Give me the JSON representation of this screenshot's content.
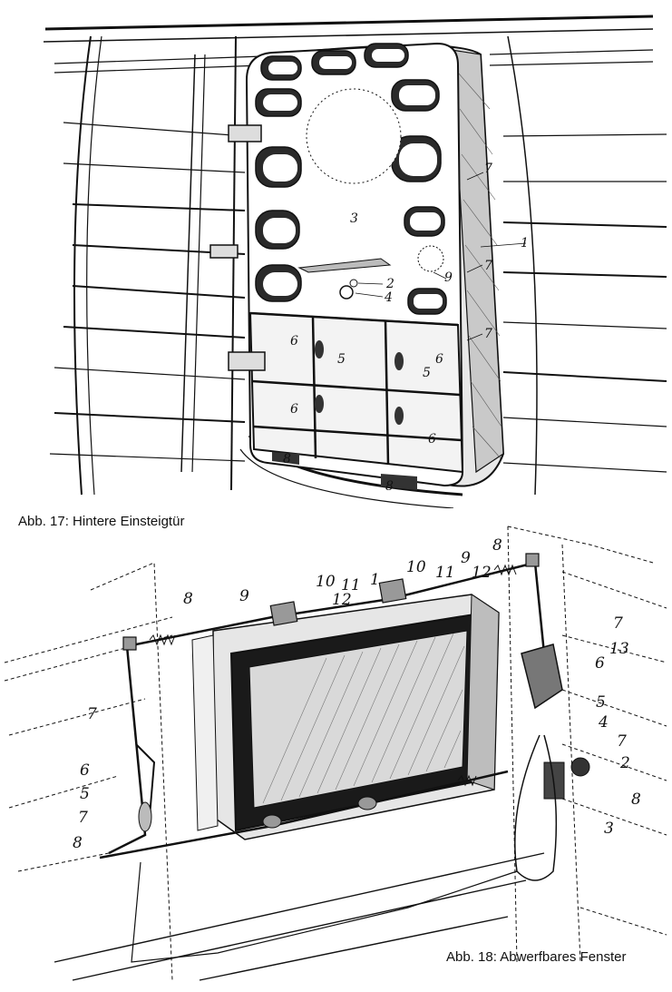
{
  "figure_17": {
    "caption": "Abb. 17: Hintere Einsteigtür",
    "callouts": [
      "1",
      "2",
      "3",
      "4",
      "5",
      "5",
      "6",
      "6",
      "6",
      "6",
      "7",
      "7",
      "7",
      "8",
      "8",
      "9"
    ]
  },
  "figure_18": {
    "caption": "Abb. 18: Abwerfbares Fenster",
    "callouts": [
      "1",
      "2",
      "3",
      "4",
      "5",
      "5",
      "6",
      "6",
      "7",
      "7",
      "7",
      "7",
      "8",
      "8",
      "8",
      "8",
      "9",
      "9",
      "10",
      "10",
      "11",
      "11",
      "12",
      "12",
      "13"
    ]
  },
  "colors": {
    "ink": "#111111",
    "paper": "#ffffff",
    "shade": "#d9d9d9"
  }
}
